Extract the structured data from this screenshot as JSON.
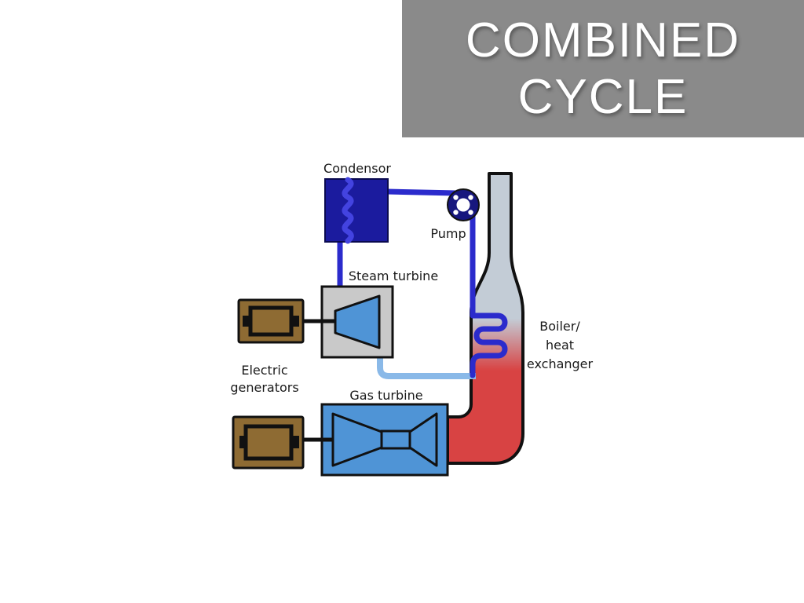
{
  "title": {
    "line1": "COMBINED",
    "line2": "CYCLE"
  },
  "diagram": {
    "labels": {
      "condensor": "Condensor",
      "pump": "Pump",
      "steam_turbine": "Steam turbine",
      "electric_generators_1": "Electric",
      "electric_generators_2": "generators",
      "gas_turbine": "Gas turbine",
      "boiler_1": "Boiler/",
      "boiler_2": "heat",
      "boiler_3": "exchanger"
    },
    "colors": {
      "title_bg": "#8a8a8a",
      "title_text": "#ffffff",
      "outline": "#111111",
      "condensor_fill": "#1b1b9e",
      "condensor_coil": "#4343e0",
      "pump_body": "#17177e",
      "pipe_water": "#2b2bcc",
      "pipe_steam": "#8ab9e8",
      "turbine_blue": "#4f94d6",
      "steam_turbine_housing": "#c9c9c9",
      "generator_body": "#8e6b33",
      "boiler_top": "#c3ccd6",
      "boiler_bottom": "#d84343"
    }
  }
}
